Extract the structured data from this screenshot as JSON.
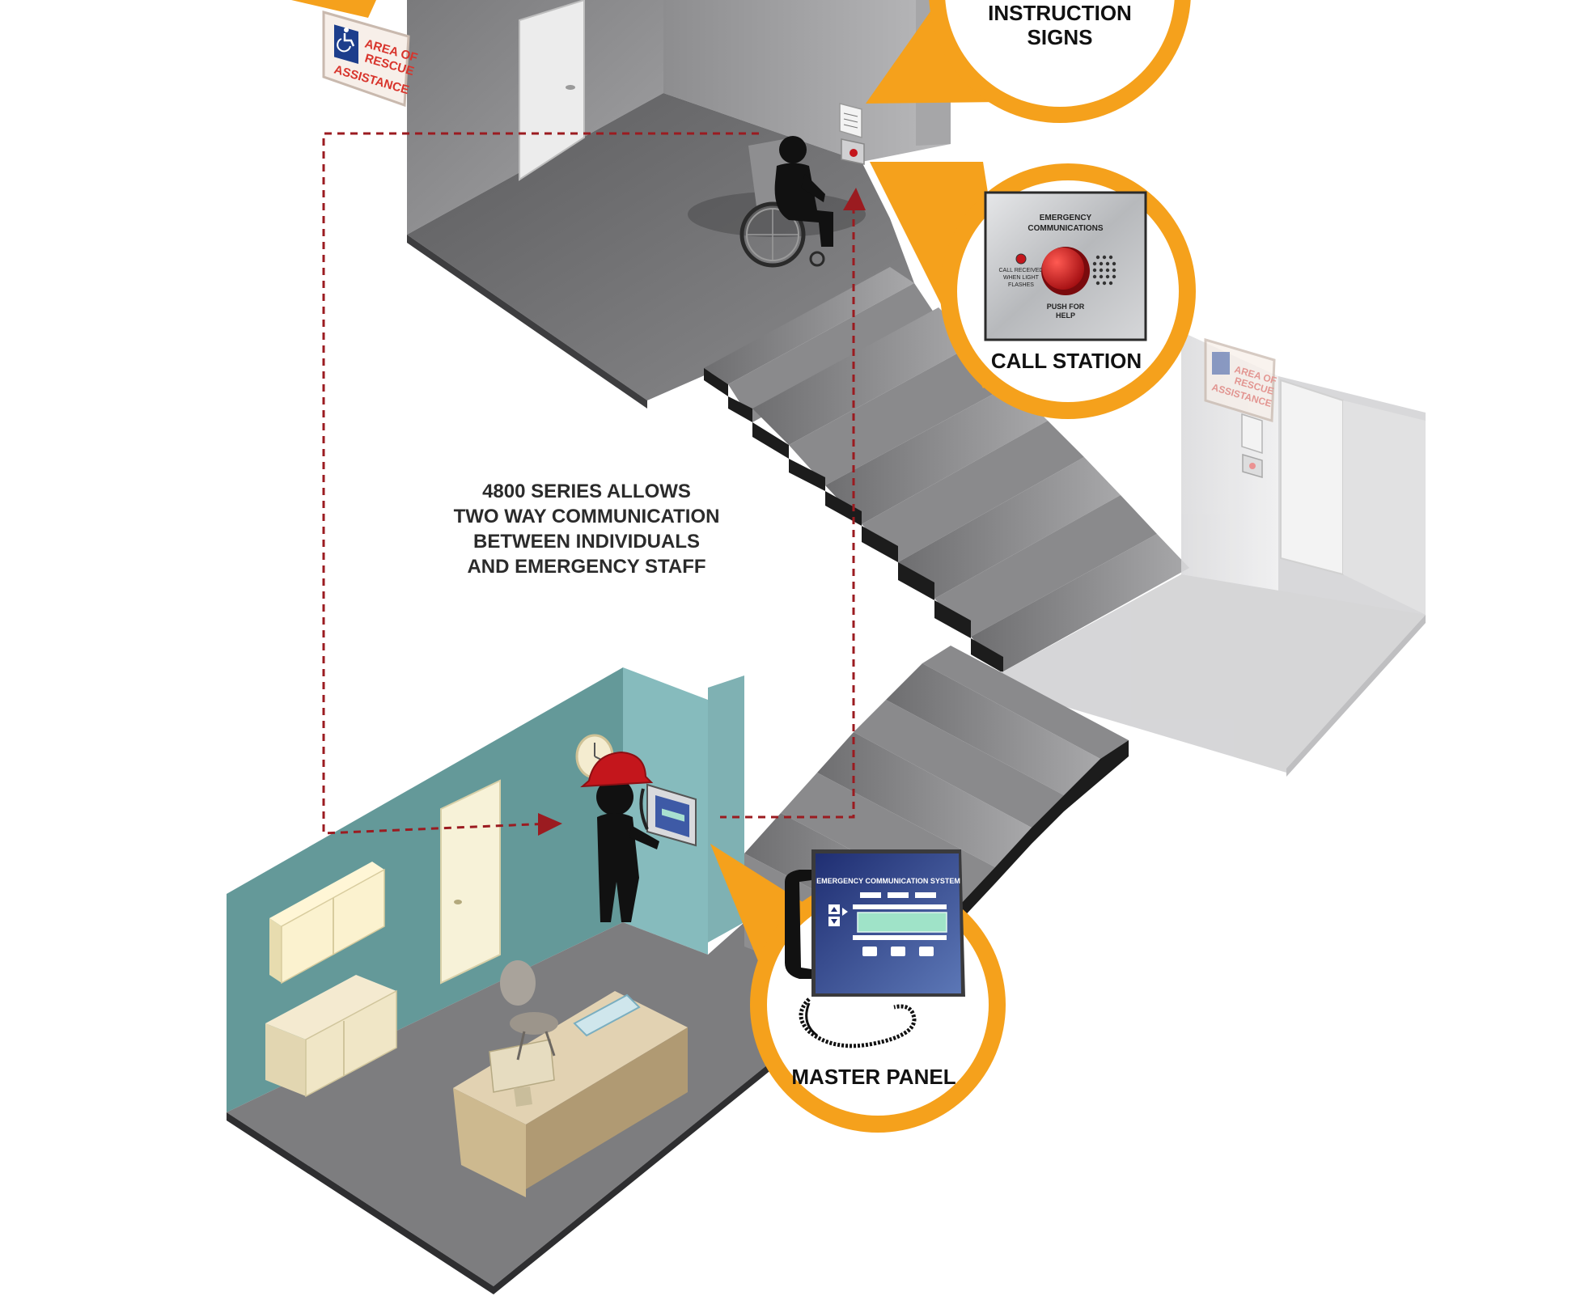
{
  "callouts": {
    "instruction_signs_line1": "INSTRUCTION",
    "instruction_signs_line2": "SIGNS",
    "call_station": "CALL STATION",
    "master_panel": "MASTER PANEL"
  },
  "description_lines": [
    "4800 SERIES ALLOWS",
    "TWO WAY COMMUNICATION",
    "BETWEEN INDIVIDUALS",
    "AND EMERGENCY STAFF"
  ],
  "rescue_sign": {
    "line1": "AREA OF",
    "line2": "RESCUE",
    "line3": "ASSISTANCE"
  },
  "call_station_device": {
    "title_line1": "EMERGENCY",
    "title_line2": "COMMUNICATIONS",
    "light_line1": "CALL RECEIVED",
    "light_line2": "WHEN LIGHT",
    "light_line3": "FLASHES",
    "button_line1": "PUSH FOR",
    "button_line2": "HELP"
  },
  "master_panel_device": {
    "title": "EMERGENCY COMMUNICATION SYSTEM"
  },
  "colors": {
    "callout_orange": "#f5a11c",
    "dashed_line": "#9b1b20",
    "teal_wall": "#6aa6a8",
    "helmet_red": "#c4161c",
    "sign_red": "#d8342c",
    "sign_blue": "#1d3e8c"
  },
  "icons": [
    "wheelchair-user-icon",
    "accessibility-icon",
    "red-push-button-icon",
    "telephone-handset-icon",
    "wall-clock-icon",
    "hard-hat-icon"
  ]
}
